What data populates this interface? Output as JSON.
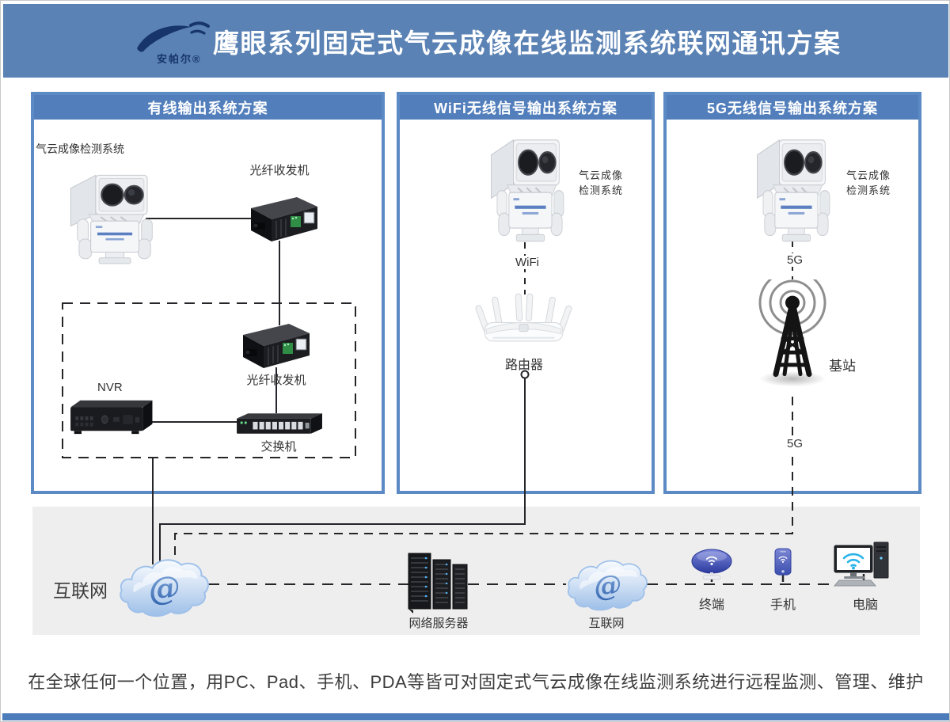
{
  "header": {
    "brand": "安帕尔®",
    "title": "鹰眼系列固定式气云成像在线监测系统联网通讯方案"
  },
  "panels": {
    "wired": {
      "title": "有线输出系统方案",
      "camera": "气云成像检测系统",
      "transceiver_top": "光纤收发机",
      "transceiver_inner": "光纤收发机",
      "nvr": "NVR",
      "switch": "交换机"
    },
    "wifi": {
      "title": "WiFi无线信号输出系统方案",
      "camera_line1": "气云成像",
      "camera_line2": "检测系统",
      "link": "WiFi",
      "router": "路由器"
    },
    "g5": {
      "title": "5G无线信号输出系统方案",
      "camera_line1": "气云成像",
      "camera_line2": "检测系统",
      "link_upper": "5G",
      "base_station": "基站",
      "link_lower": "5G"
    }
  },
  "internet_zone": {
    "internet_label": "互联网",
    "web_server": "网络服务器",
    "cloud_label": "互联网",
    "terminal": "终端",
    "mobile": "手机",
    "computer": "电脑",
    "at_symbol": "@"
  },
  "footer": {
    "note": "在全球任何一个位置，用PC、Pad、手机、PDA等皆可对固定式气云成像在线监测系统进行远程监测、管理、维护"
  },
  "colors": {
    "band": "#5a82b4",
    "panel_header": "#527fbc",
    "panel_border": "#5b8ac4",
    "strip": "#eeeeee",
    "bottom_bar": "#4c7cba"
  }
}
